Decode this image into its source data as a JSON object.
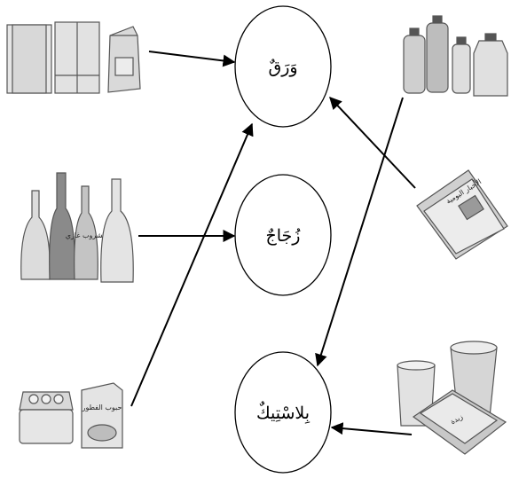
{
  "circles": {
    "paper": "وَرَقٌ",
    "glass": "زُجَاجٌ",
    "plastic": "بِلاسْتِيكٌ"
  },
  "item_labels": {
    "soda_bottle": "مشروب غازي",
    "newspaper": "الأخبار اليومية",
    "cereal_box": "حبوب الفطور",
    "butter_tub": "زبدة"
  },
  "colors": {
    "outline": "#000000",
    "object_light": "#e4e4e4",
    "object_mid": "#bdbdbd",
    "object_dark": "#7a7a7a"
  }
}
